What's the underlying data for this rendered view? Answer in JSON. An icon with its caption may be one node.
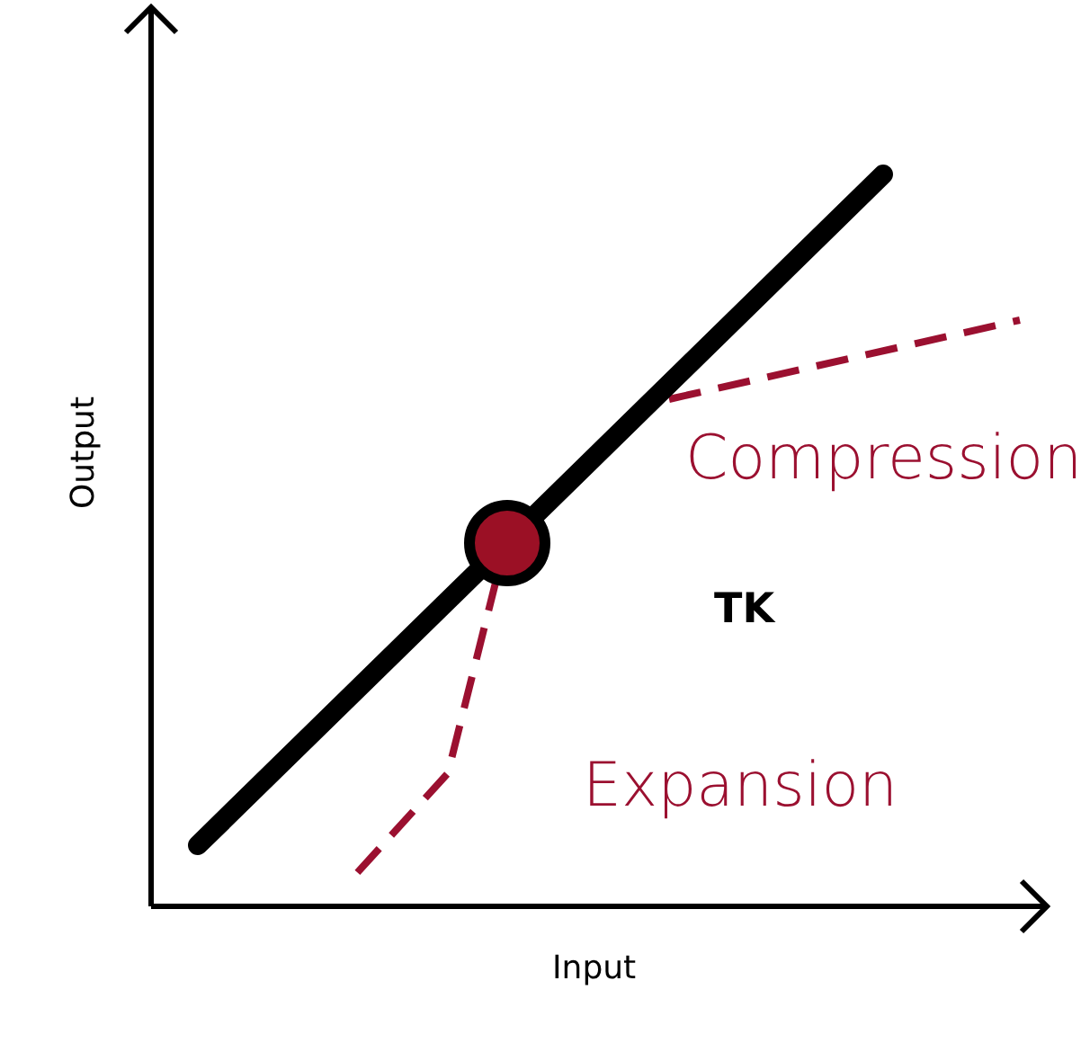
{
  "diagram": {
    "labels": [
      "Compression",
      "Output",
      "TK",
      "Expansion",
      "Input"
    ]
  }
}
